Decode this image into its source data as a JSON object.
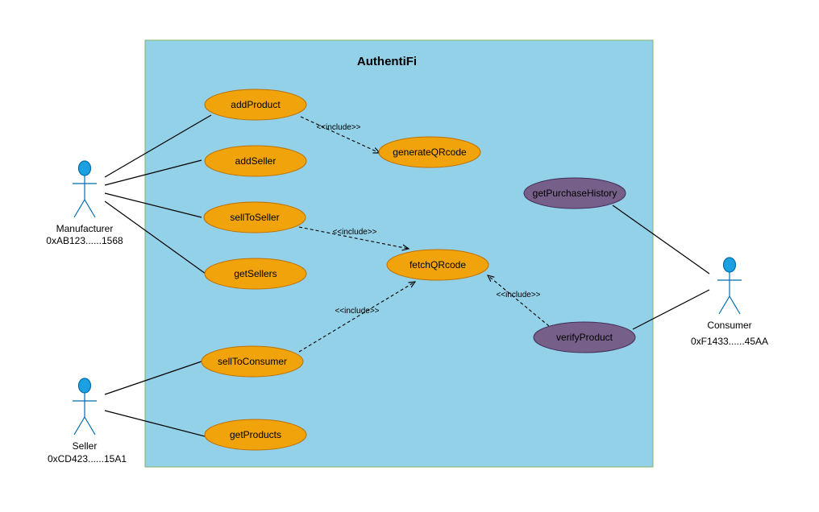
{
  "system": {
    "title": "AuthentiFi",
    "fill": "#93d1e8",
    "stroke": "#82b366"
  },
  "colors": {
    "usecase_orange": "#f0a30a",
    "usecase_orange_stroke": "#bd7000",
    "usecase_purple": "#76608a",
    "usecase_purple_stroke": "#432d57",
    "actor_fill": "#1ba1e2",
    "actor_stroke": "#006eaf"
  },
  "actors": {
    "manufacturer": {
      "name": "Manufacturer",
      "address": "0xAB123......1568"
    },
    "seller": {
      "name": "Seller",
      "address": "0xCD423......15A1"
    },
    "consumer": {
      "name": "Consumer",
      "address": "0xF1433......45AA"
    }
  },
  "usecases": {
    "addProduct": "addProduct",
    "addSeller": "addSeller",
    "sellToSeller": "sellToSeller",
    "getSellers": "getSellers",
    "sellToConsumer": "sellToConsumer",
    "getProducts": "getProducts",
    "generateQRcode": "generateQRcode",
    "fetchQRcode": "fetchQRcode",
    "getPurchaseHistory": "getPurchaseHistory",
    "verifyProduct": "verifyProduct"
  },
  "relations": {
    "include1": "<<include>>",
    "include2": "<<include>>",
    "include3": "<<include>>",
    "include4": "<<include>>"
  }
}
